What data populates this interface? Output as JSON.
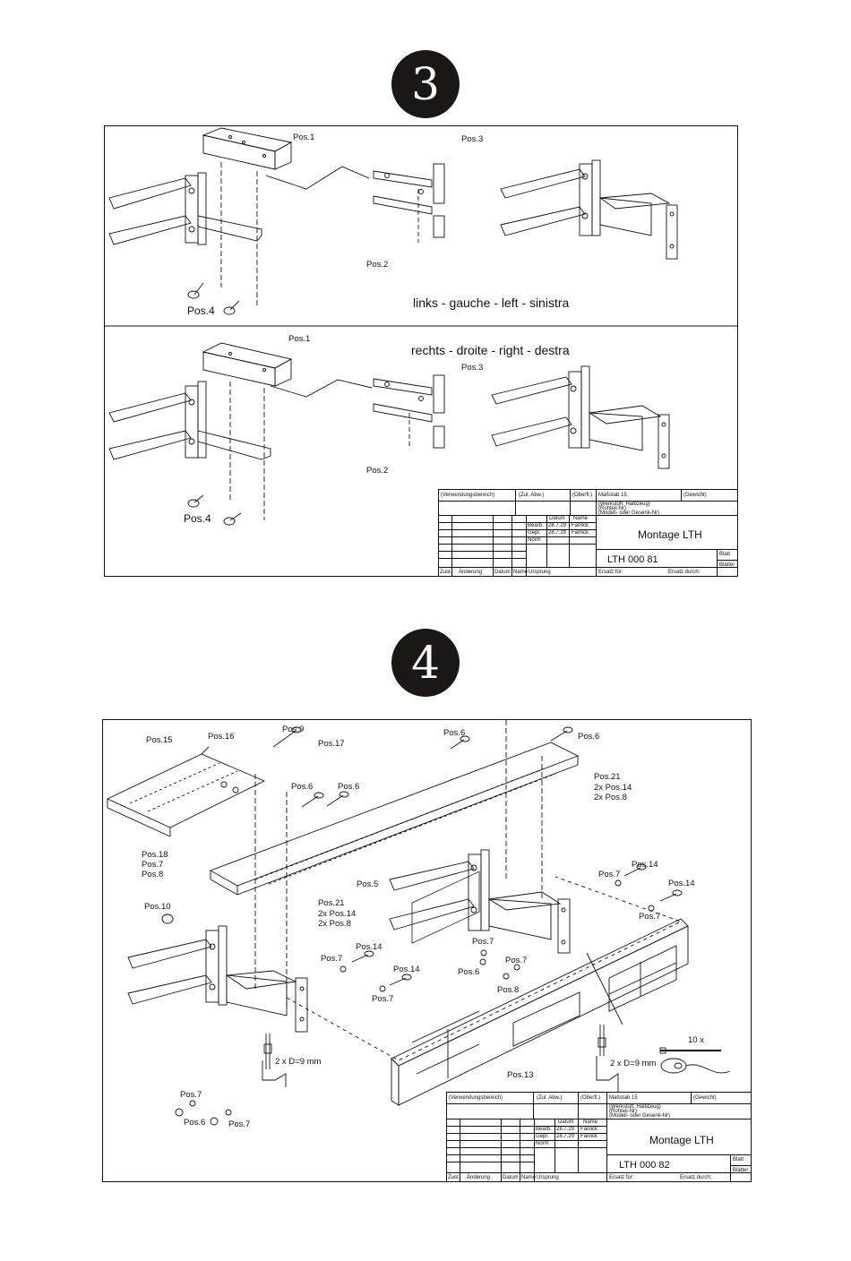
{
  "step3": {
    "badge": "3",
    "panel_top": {
      "caption": "links - gauche - left - sinistra",
      "labels": [
        "Pos.1",
        "Pos.3",
        "Pos.2",
        "Pos.4"
      ]
    },
    "panel_bottom": {
      "caption": "rechts - droite - right - destra",
      "labels": [
        "Pos.1",
        "Pos.3",
        "Pos.2",
        "Pos.4"
      ]
    },
    "title_block": {
      "verwendung": "(Verwendungsbereich)",
      "zul_abw": "(Zul. Abw.)",
      "oberfl": "(Oberfl.)",
      "massstab": "Maßstab   15",
      "gewicht": "(Gewicht)",
      "werkstoff": "(Werkstoff, Halbzeug)",
      "rohteil": "(Rohteil-Nr)",
      "modell": "(Modell- oder Gesenk-Nr)",
      "datum": "Datum",
      "name": "Name",
      "bearb": "Bearb.",
      "gepr": "Gepr.",
      "norm": "Norm",
      "date1": "28.7.29",
      "date2": "28.7.29",
      "name1": "Fanlick",
      "name2": "Fanlick",
      "title": "Montage LTH",
      "number": "LTH 000 81",
      "blatt": "Blatt",
      "blaetter": "Blätter",
      "zust": "Zust.",
      "aenderung": "Änderung",
      "datum2": "Datum",
      "name3": "Name",
      "ursprung": "Ursprung",
      "ersatz_fuer": "Ersatz für:",
      "ersatz_durch": "Ersatz durch:"
    }
  },
  "step4": {
    "badge": "4",
    "labels": {
      "pos15": "Pos.15",
      "pos16": "Pos.16",
      "pos9": "Pos.9",
      "pos17": "Pos.17",
      "pos6a": "Pos.6",
      "pos6b": "Pos.6",
      "pos6c": "Pos.6",
      "pos6d": "Pos.6",
      "pos21a": "Pos.21",
      "pos21a2": "2x Pos.14",
      "pos21a3": "2x Pos.8",
      "pos18": "Pos.18",
      "pos18b": "Pos.7",
      "pos18c": "Pos.8",
      "pos5": "Pos.5",
      "pos21b": "Pos.21",
      "pos21b2": "2x Pos.14",
      "pos21b3": "2x Pos.8",
      "pos10": "Pos.10",
      "pos7a": "Pos.7",
      "pos14a": "Pos.14",
      "pos14b": "Pos.14",
      "pos7b": "Pos.7",
      "pos7c": "Pos.7",
      "pos14c": "Pos.14",
      "pos14d": "Pos.14",
      "pos7d": "Pos.7",
      "pos7e": "Pos.7",
      "pos6e": "Pos.6",
      "pos7f": "Pos.7",
      "pos8a": "Pos.8",
      "pos13": "Pos.13",
      "d9a": "2 x  D=9 mm",
      "d9b": "2 x  D=9 mm",
      "tenx": "10 x",
      "pos7g": "Pos.7",
      "pos6f": "Pos.6",
      "pos7h": "Pos.7"
    },
    "title_block": {
      "verwendung": "(Verwendungsbereich)",
      "zul_abw": "(Zul. Abw.)",
      "oberfl": "(Oberfl.)",
      "massstab": "Maßstab   15",
      "gewicht": "(Gewicht)",
      "werkstoff": "(Werkstoff, Halbzeug)",
      "rohteil": "(Rohteil-Nr)",
      "modell": "(Modell- oder Gesenk-Nr)",
      "datum": "Datum",
      "name": "Name",
      "bearb": "Bearb.",
      "gepr": "Gepr.",
      "norm": "Norm",
      "date1": "28.7.29",
      "date2": "28.7.29",
      "name1": "Fanlick",
      "name2": "Fanlick",
      "title": "Montage LTH",
      "number": "LTH 000 82",
      "blatt": "Blatt",
      "blaetter": "Blätter",
      "zust": "Zust.",
      "aenderung": "Änderung",
      "datum2": "Datum",
      "name3": "Name",
      "ursprung": "Ursprung",
      "ersatz_fuer": "Ersatz für:",
      "ersatz_durch": "Ersatz durch:"
    }
  }
}
